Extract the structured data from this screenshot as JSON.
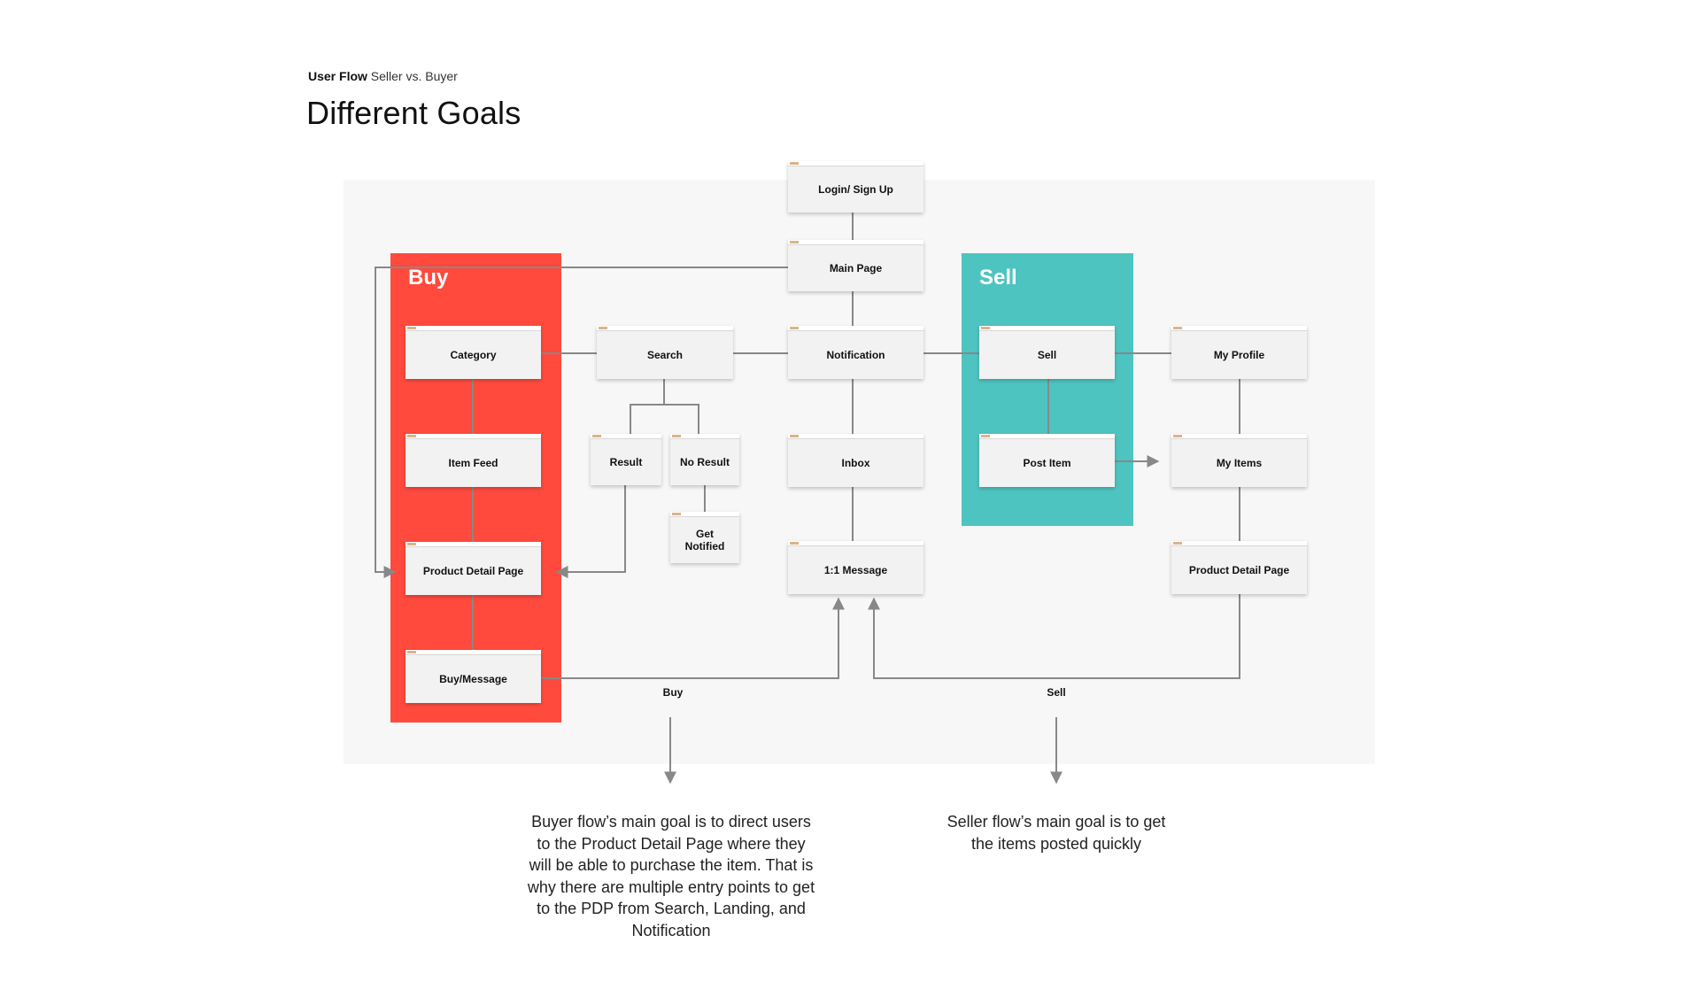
{
  "header": {
    "eyebrow_bold": "User Flow",
    "eyebrow_rest": "Seller vs. Buyer",
    "title": "Different Goals"
  },
  "colors": {
    "buy": "#ff4a3d",
    "sell": "#4ec4c1",
    "canvas": "#f7f7f7",
    "line": "#888888"
  },
  "groups": {
    "buy": "Buy",
    "sell": "Sell"
  },
  "nodes": {
    "login": "Login/ Sign Up",
    "main_page": "Main Page",
    "category": "Category",
    "search": "Search",
    "notification": "Notification",
    "sell": "Sell",
    "my_profile": "My Profile",
    "item_feed": "Item Feed",
    "result": "Result",
    "no_result": "No Result",
    "inbox": "Inbox",
    "post_item": "Post Item",
    "my_items": "My Items",
    "get_notified": "Get Notified",
    "pdp_buy": "Product Detail Page",
    "message": "1:1 Message",
    "pdp_sell": "Product Detail Page",
    "buy_message": "Buy/Message"
  },
  "flow_labels": {
    "buy": "Buy",
    "sell": "Sell"
  },
  "notes": {
    "buyer": "Buyer flow’s main goal is to direct users to the Product Detail Page where they will be able to purchase the item. That is why there are multiple entry points to get to the PDP from Search, Landing, and Notification",
    "seller": "Seller flow’s main goal is to get the items posted quickly"
  }
}
